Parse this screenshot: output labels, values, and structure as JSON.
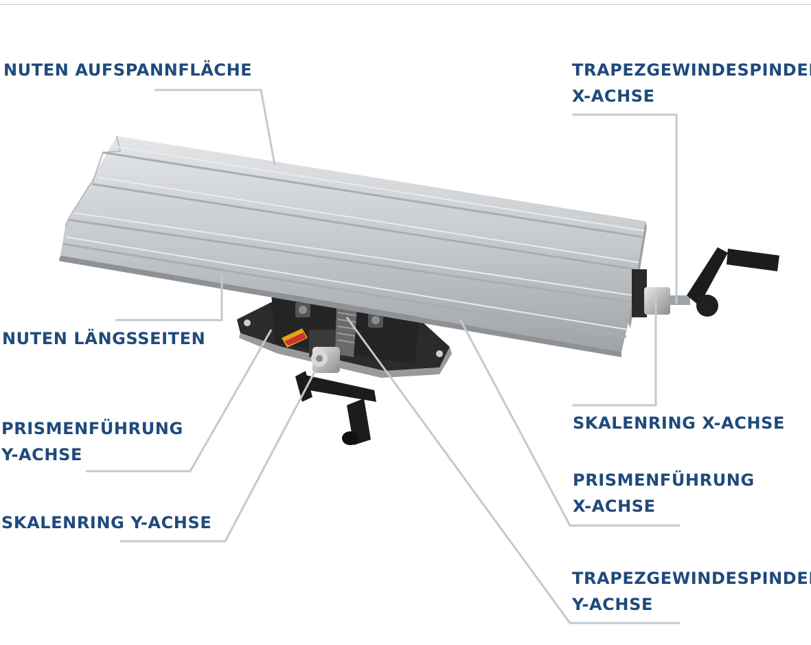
{
  "labels": {
    "nuten_aufspannflaeche": "NUTEN AUFSPANNFLÄCHE",
    "nuten_laengsseiten": "NUTEN LÄNGSSEITEN",
    "prismenfuehrung_y": [
      "PRISMENFÜHRUNG",
      "Y-ACHSE"
    ],
    "skalenring_y": "SKALENRING Y-ACHSE",
    "trapez_x": [
      "TRAPEZGEWINDESPINDEL",
      "X-ACHSE"
    ],
    "skalenring_x": "SKALENRING X-ACHSE",
    "prismenfuehrung_x": [
      "PRISMENFÜHRUNG",
      "X-ACHSE"
    ],
    "trapez_y": [
      "TRAPEZGEWINDESPINDEL",
      "Y-ACHSE"
    ]
  },
  "colors": {
    "label_text": "#1f4a7c",
    "leader_line": "#c3c9cf",
    "table_aluminium": "#c9ccd0",
    "base_dark": "#2b2b2b",
    "handle_black": "#1c1c1c"
  }
}
